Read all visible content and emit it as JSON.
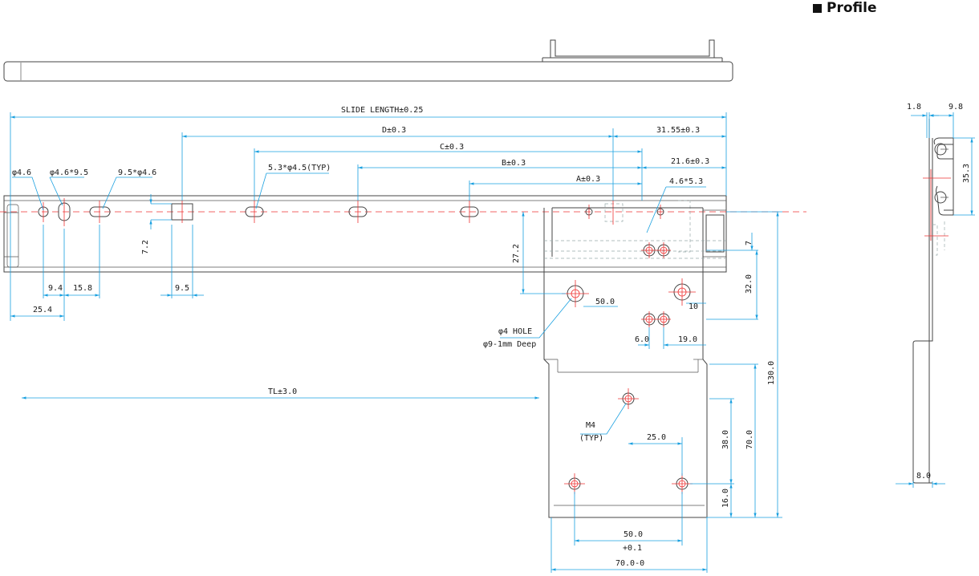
{
  "heading": {
    "title": "Profile"
  },
  "dims": {
    "slide_length": "SLIDE LENGTH±0.25",
    "d": "D±0.3",
    "c": "C±0.3",
    "b": "B±0.3",
    "a": "A±0.3",
    "d1": "31.55±0.3",
    "d2": "21.6±0.3",
    "slot": "4.6*5.3",
    "phi46": "φ4.6",
    "phi46x95": "φ4.6*9.5",
    "s95phi46": "9.5*φ4.6",
    "typ_hole": "5.3*φ4.5(TYP)",
    "h72": "7.2",
    "h272": "27.2",
    "w94": "9.4",
    "w158": "15.8",
    "w254": "25.4",
    "w95": "9.5",
    "w500a": "50.0",
    "w10": "10",
    "h7": "7",
    "h320": "32.0",
    "w60": "6.0",
    "w190": "19.0",
    "phi4_hole": "φ4 HOLE",
    "phi9_deep": "φ9-1mm Deep",
    "tl": "TL±3.0",
    "h1300": "130.0",
    "m4": "M4",
    "typ": "(TYP)",
    "w250": "25.0",
    "h380": "38.0",
    "h700": "70.0",
    "h160": "16.0",
    "w500b": "50.0",
    "tol01": "+0.1",
    "w700": "70.0-0"
  },
  "profile": {
    "w18": "1.8",
    "w98": "9.8",
    "h353": "35.3",
    "w80": "8.0"
  }
}
